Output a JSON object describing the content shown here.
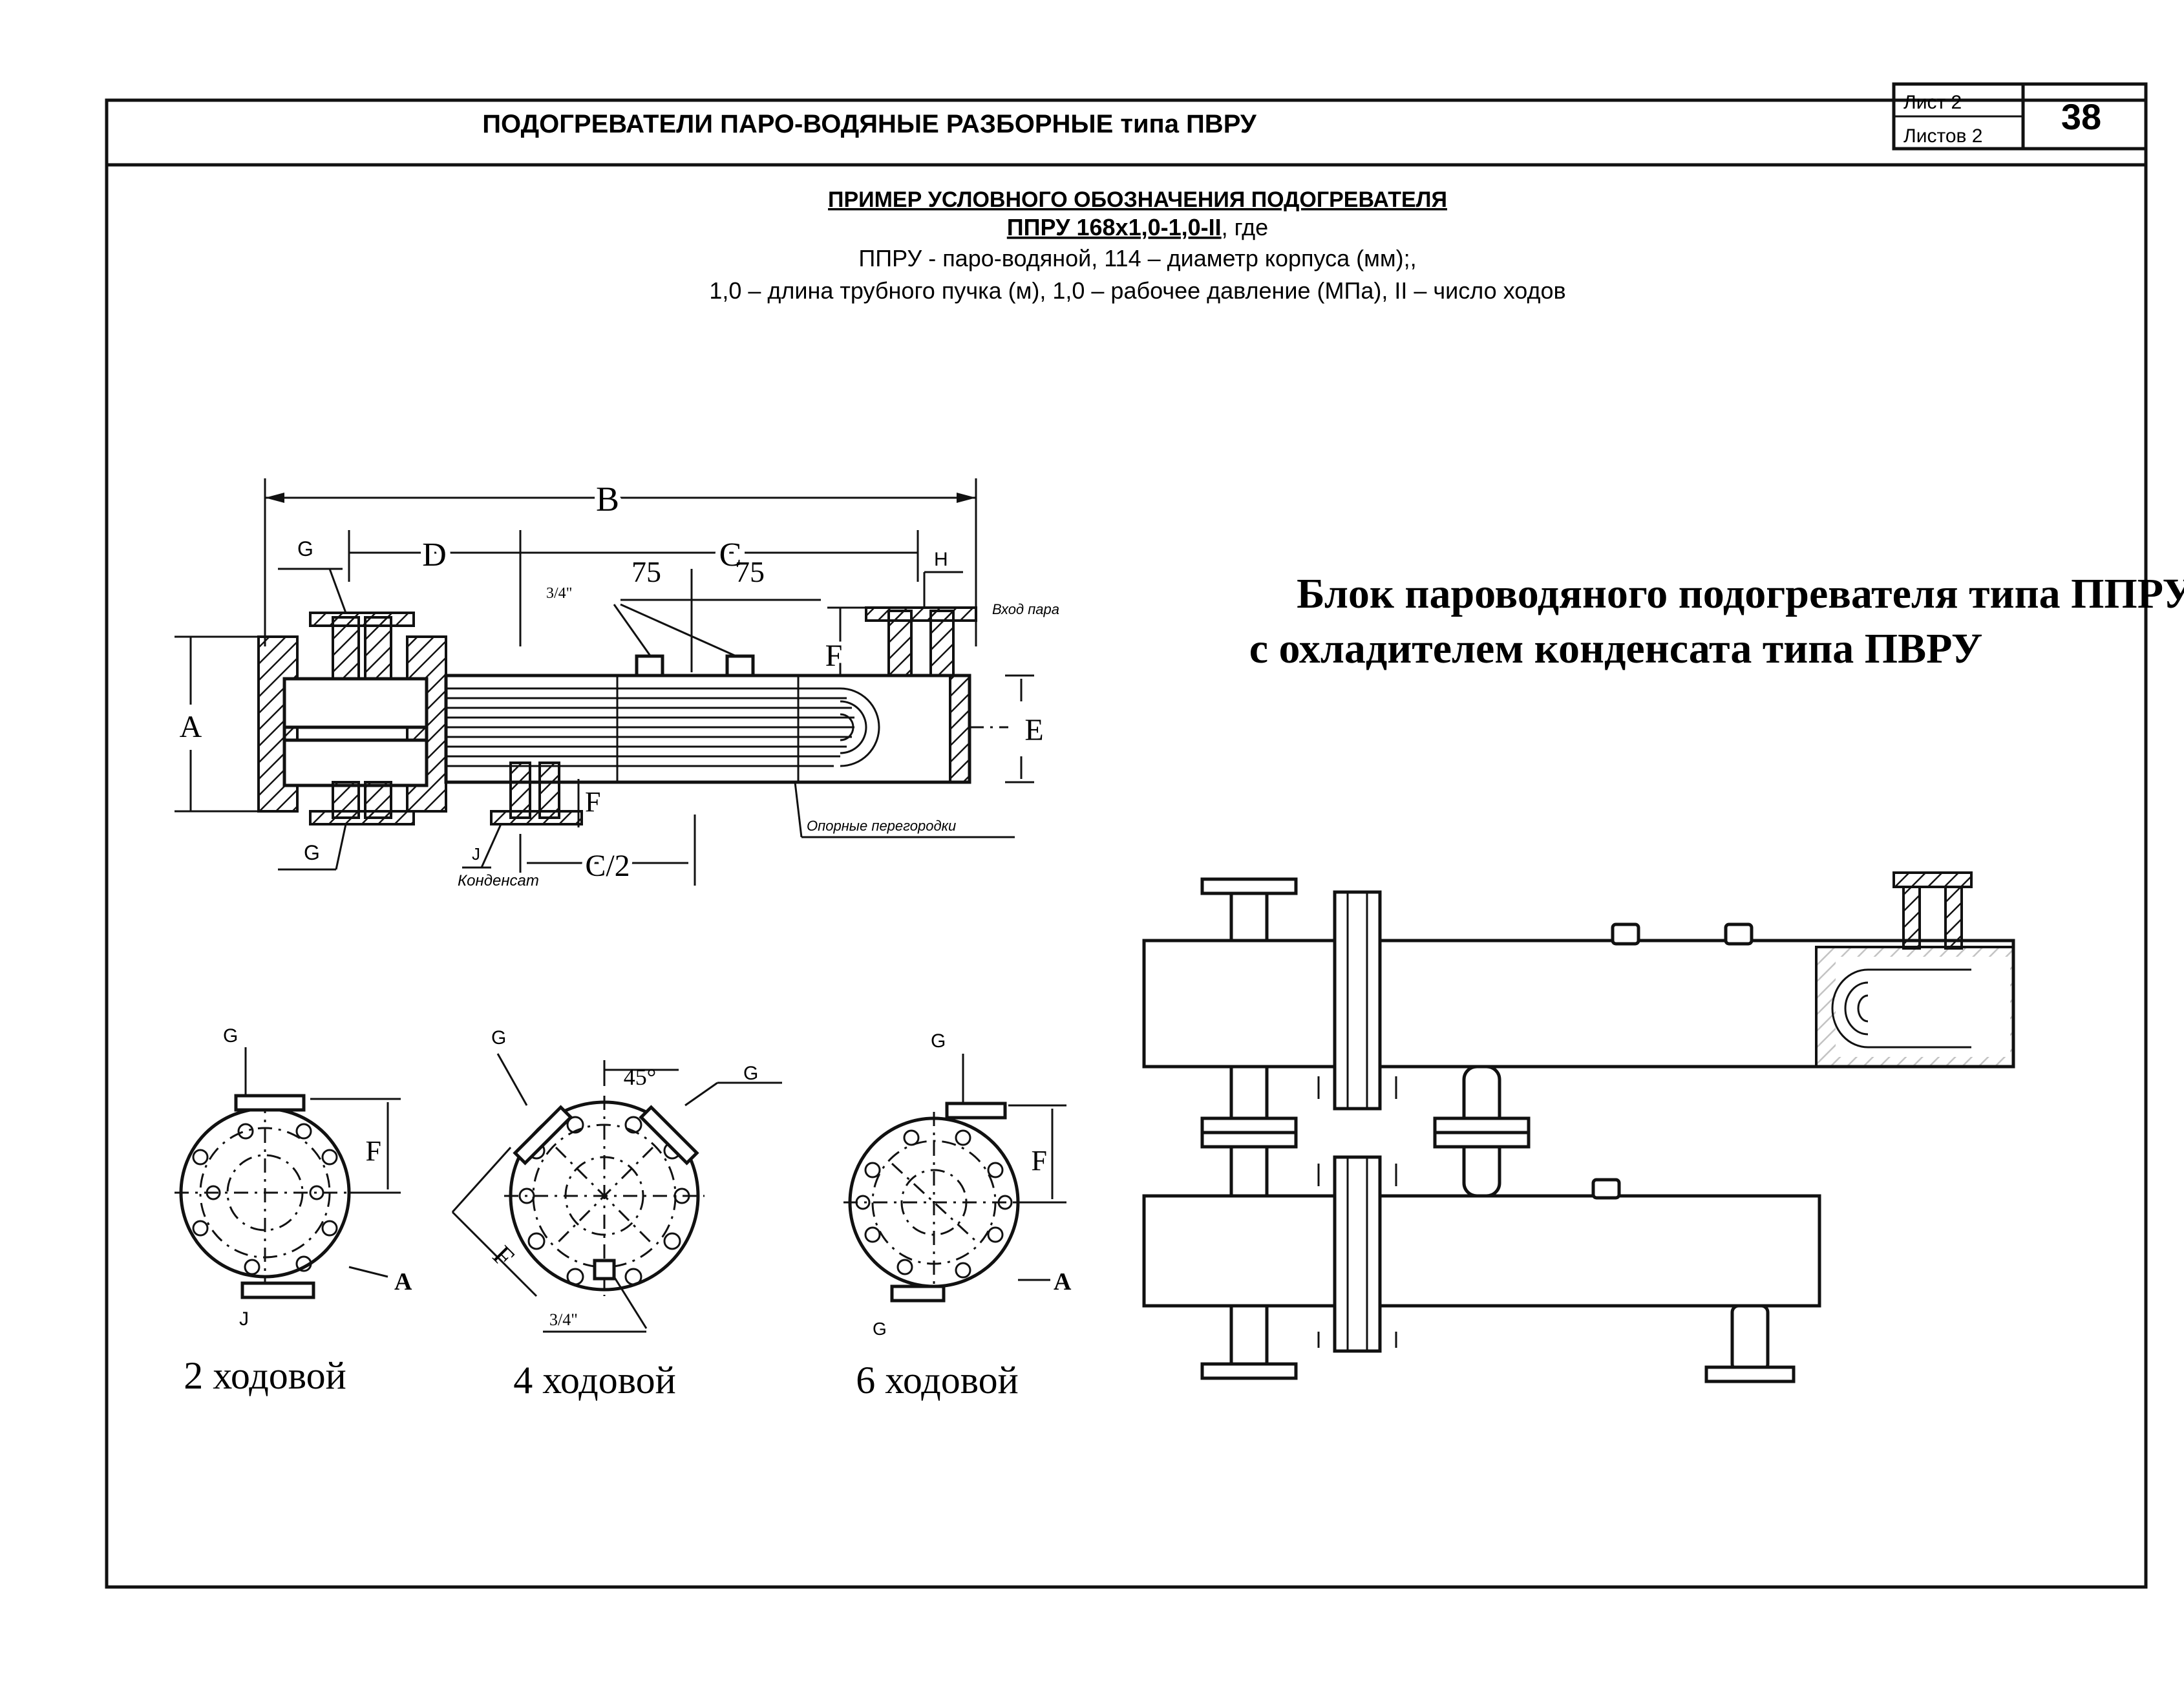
{
  "header": {
    "title": "ПОДОГРЕВАТЕЛИ ПАРО-ВОДЯНЫЕ РАЗБОРНЫЕ типа ПВРУ",
    "sheet_label": "Лист 2",
    "sheets_label": "Листов 2",
    "page_number": "38"
  },
  "designation": {
    "heading": "ПРИМЕР УСЛОВНОГО ОБОЗНАЧЕНИЯ ПОДОГРЕВАТЕЛЯ",
    "code": "ППРУ 168х1,0-1,0-II",
    "code_suffix": ", где",
    "line1": "ППРУ - паро-водяной, 114 – диаметр корпуса (мм);,",
    "line2": "1,0 – длина трубного пучка (м), 1,0 – рабочее давление (МПа), II – число ходов"
  },
  "block_title": {
    "line1": "Блок пароводяного подогревателя типа ППРУ",
    "line2": "с охладителем конденсата типа ПВРУ"
  },
  "drawing_labels": {
    "B": "B",
    "D": "D",
    "C": "C",
    "C_half": "C/2",
    "A": "A",
    "E": "E",
    "F": "F",
    "G": "G",
    "H": "H",
    "J": "J",
    "dim75": "75",
    "thread34": "3/4\"",
    "steam_in": "Вход пара",
    "supports": "Опорные перегородки",
    "condensate": "Конденсат",
    "angle45": "45°"
  },
  "sections": [
    {
      "caption": "2 ходовой"
    },
    {
      "caption": "4 ходовой"
    },
    {
      "caption": "6 ходовой"
    }
  ]
}
